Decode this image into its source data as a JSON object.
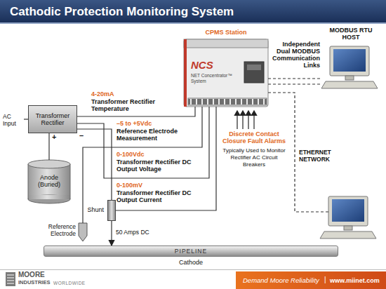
{
  "diagram": {
    "title": "Cathodic Protection Monitoring System",
    "nodes": [
      {
        "text": [
          "CPMS Station",
          "NCS",
          "NET Concentrator™ System"
        ]
      },
      {
        "text": [
          "MODBUS RTU HOST"
        ]
      },
      {
        "text": [
          "Transformer Rectifier"
        ]
      },
      {
        "text": [
          "Anode (Buried)"
        ]
      },
      {
        "text": [
          "Shunt"
        ]
      },
      {
        "text": [
          "Reference Electrode"
        ]
      },
      {
        "text": [
          "PIPELINE",
          "Cathode"
        ]
      }
    ],
    "edges": [
      {
        "from": 0,
        "to": 1,
        "arrow": "none",
        "label": "Independent Dual MODBUS Communication Links"
      },
      {
        "from": 0,
        "to": 1,
        "arrow": "none"
      },
      {
        "from": 2,
        "to": 0,
        "arrow": "none",
        "label": "4-20mA"
      },
      {
        "from": 5,
        "to": 0,
        "arrow": "none",
        "label": "–5 to +5Vdc"
      },
      {
        "from": 2,
        "to": 0,
        "arrow": "none",
        "label": "0-100Vdc"
      },
      {
        "from": 4,
        "to": 0,
        "arrow": "none",
        "label": "0-100mV"
      },
      {
        "from": 2,
        "to": 3,
        "arrow": "none"
      },
      {
        "from": 2,
        "to": 4,
        "arrow": "none"
      },
      {
        "from": 4,
        "to": 6,
        "arrow": "to",
        "label": "50 Amps DC"
      }
    ],
    "labels": [
      "Transformer Rectifier Temperature",
      "Reference Electrode Measurement",
      "Transformer Rectifier DC Output Voltage",
      "Transformer Rectifier DC Output Current",
      "Discrete Contact Closure Fault Alarms",
      "Typically Used to Monitor Rectifier AC Circuit Breakers",
      "ETHERNET NETWORK",
      "AC Input",
      "–",
      "+",
      "MOORE",
      "INDUSTRIES",
      "WORLDWIDE",
      "Demand Moore Reliability",
      "|",
      "www.miinet.com"
    ]
  }
}
